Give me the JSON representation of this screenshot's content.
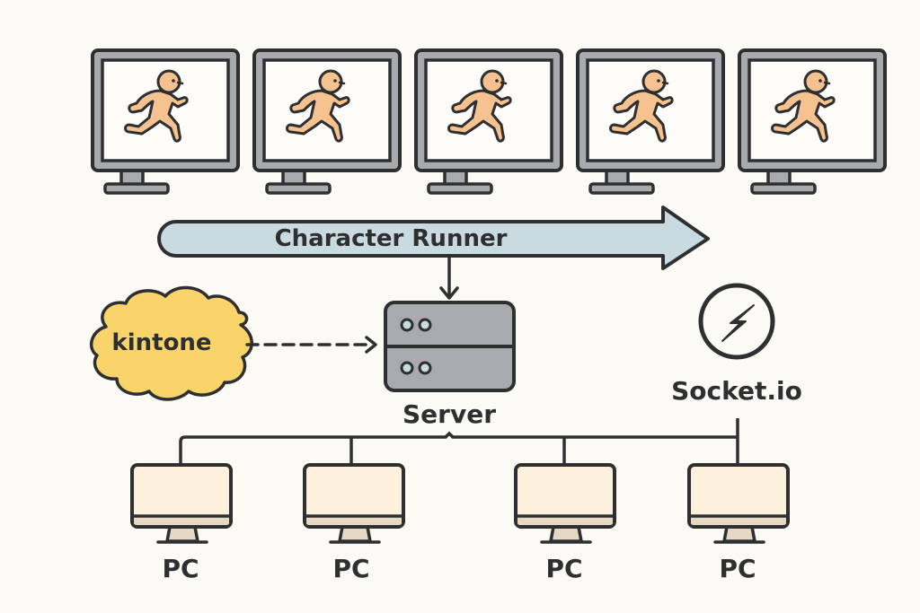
{
  "diagram": {
    "runner_banner": {
      "label": "Character Runner"
    },
    "displays": [
      {
        "icon": "running-character-icon"
      },
      {
        "icon": "running-character-icon"
      },
      {
        "icon": "running-character-icon"
      },
      {
        "icon": "running-character-icon"
      },
      {
        "icon": "running-character-icon"
      }
    ],
    "server": {
      "label": "Server",
      "icon": "server-icon"
    },
    "kintone": {
      "label": "kintone",
      "icon": "cloud-icon"
    },
    "socketio": {
      "label": "Socket.io",
      "icon": "lightning-bolt-icon"
    },
    "pcs": [
      {
        "label": "PC"
      },
      {
        "label": "PC"
      },
      {
        "label": "PC"
      },
      {
        "label": "PC"
      }
    ],
    "colors": {
      "background": "#fcfaf5",
      "stroke": "#2e2f31",
      "monitor_bezel": "#a9aaad",
      "banner_fill": "#c9dbe0",
      "character_fill": "#f6c28f",
      "cloud_fill": "#f8d46a",
      "server_fill": "#a9aaad",
      "pc_screen": "#fdf0dc",
      "pc_chin": "#e5d8c5"
    }
  }
}
